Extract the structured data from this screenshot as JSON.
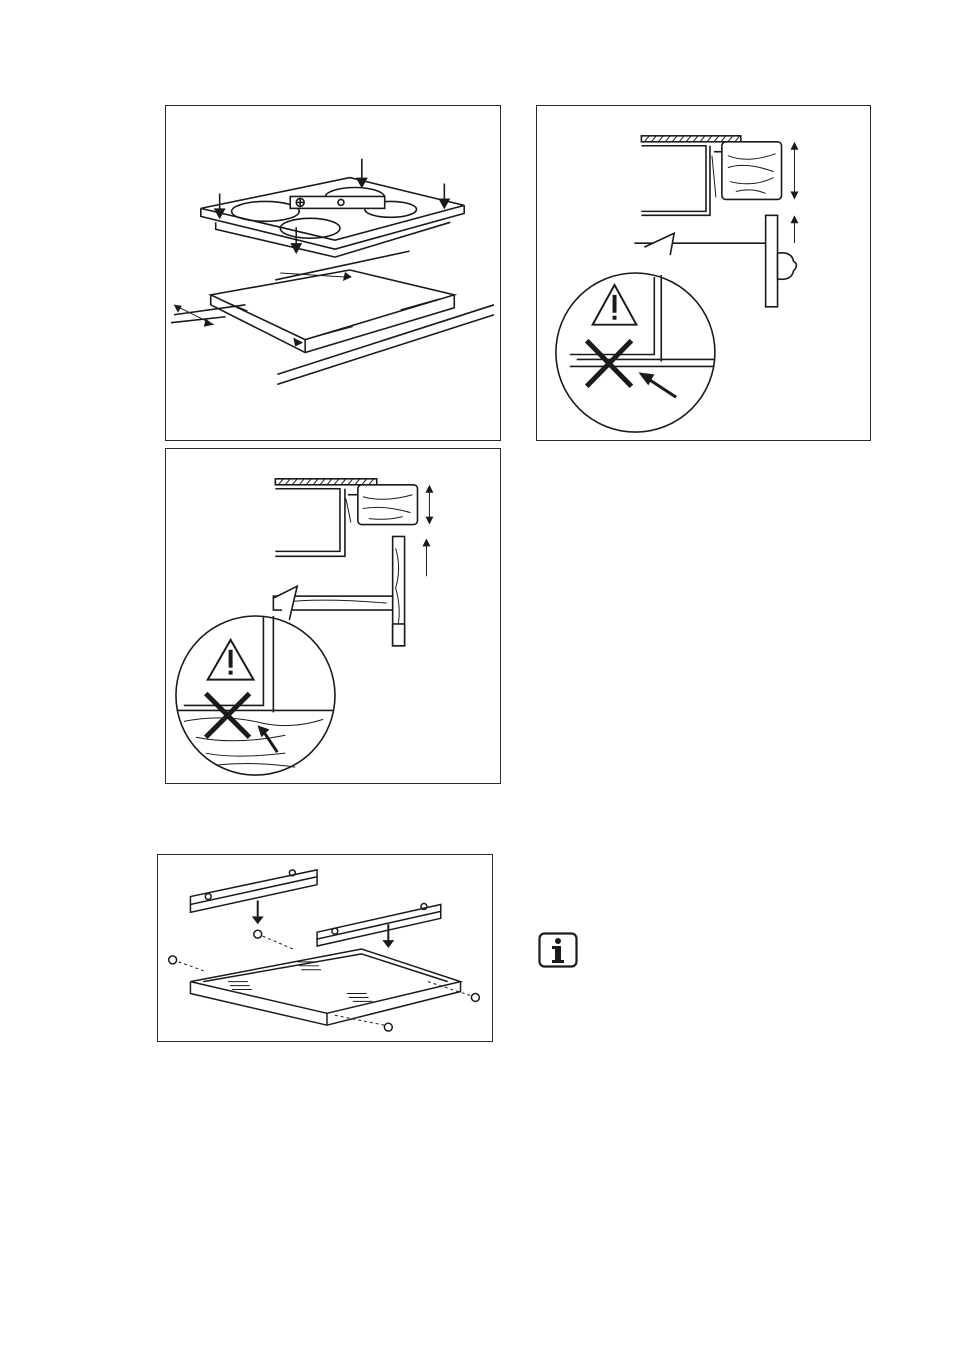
{
  "figures": [
    {
      "id": "hob-installation",
      "icon": "hob-into-cutout-illustration"
    },
    {
      "id": "oven-under-hob",
      "icon": "oven-below-worktop-warning-illustration"
    },
    {
      "id": "drawer-under-hob",
      "icon": "drawer-below-worktop-warning-illustration"
    },
    {
      "id": "protection-box-assembly",
      "icon": "protection-box-brackets-screws-illustration"
    }
  ],
  "info_icon": {
    "icon": "info-icon"
  },
  "colors": {
    "line": "#1a1a1a",
    "stroke_light": "#444444"
  }
}
